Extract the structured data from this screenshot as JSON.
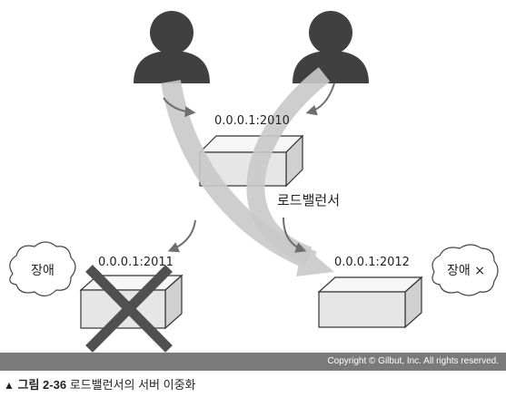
{
  "diagram": {
    "lb_ip": "0.0.0.1:2010",
    "lb_label": "로드밸런서",
    "server_left_ip": "0.0.0.1:2011",
    "server_right_ip": "0.0.0.1:2012",
    "bubble_left": "장애",
    "bubble_right": "장애 ×"
  },
  "footer": {
    "copyright": "Copyright © Gilbut, Inc. All rights reserved."
  },
  "caption": {
    "marker": "▲",
    "figure": "그림 2-36",
    "text": "로드밸런서의 서버 이중화"
  },
  "colors": {
    "user": "#404040",
    "flow_arrow": "#c9c9c9",
    "small_arrow": "#6e6e6e",
    "box_front": "#e6e6e6",
    "box_top": "#f6f6f6",
    "box_side": "#d0d0d0",
    "cross": "#505050",
    "footer_bg": "#7a7a7a"
  }
}
